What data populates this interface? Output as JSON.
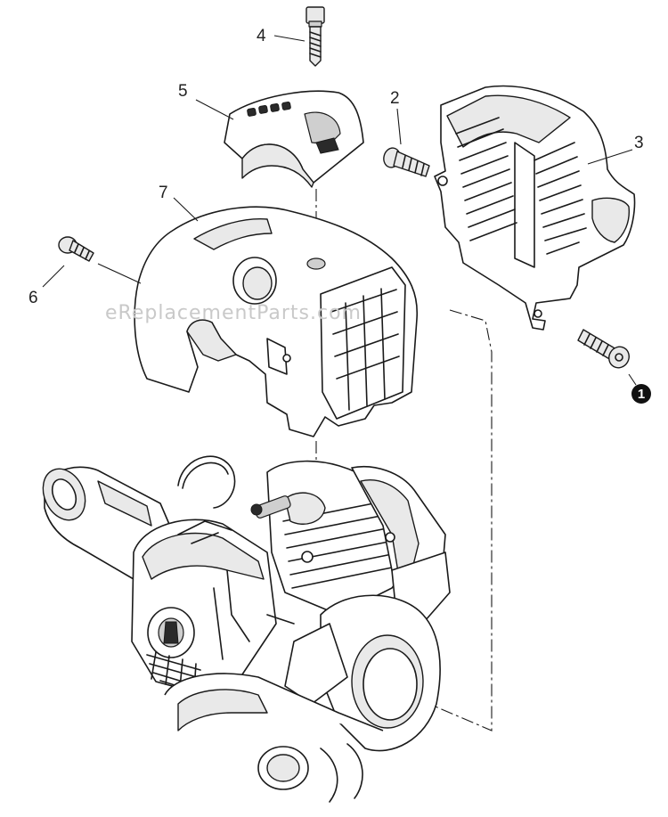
{
  "callouts": [
    {
      "id": "4",
      "label": "4"
    },
    {
      "id": "5",
      "label": "5"
    },
    {
      "id": "2",
      "label": "2"
    },
    {
      "id": "3",
      "label": "3"
    },
    {
      "id": "7",
      "label": "7"
    },
    {
      "id": "6",
      "label": "6"
    },
    {
      "id": "1",
      "label": "1",
      "style": "filled-circle"
    }
  ],
  "watermark": "eReplacementParts.com",
  "colors": {
    "ink": "#1a1a1a",
    "paper": "#ffffff",
    "shade": "#e9e9e9",
    "watermark": "#c9c9c9"
  }
}
